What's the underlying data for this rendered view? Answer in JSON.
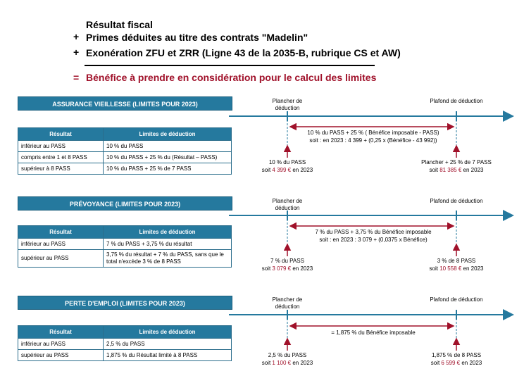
{
  "top": {
    "line1": "Résultat fiscal",
    "line2_op": "+",
    "line2": "Primes déduites au titre des contrats \"Madelin\"",
    "line3_op": "+",
    "line3": "Exonération ZFU et ZRR (Ligne 43 de la 2035-B, rubrique CS et AW)",
    "result_op": "=",
    "result": "Bénéfice à prendre en considération pour le calcul des limites"
  },
  "colors": {
    "band": "#25799e",
    "accent_red": "#a0112a",
    "arrow": "#25799e"
  },
  "sections": [
    {
      "title": "ASSURANCE VIEILLESSE (LIMITES POUR 2023)",
      "col1": "Résultat",
      "col2": "Limites de déduction",
      "rows": [
        {
          "res": "inférieur au PASS",
          "lim": "10 % du PASS"
        },
        {
          "res": "compris entre 1 et 8 PASS",
          "lim": "10 % du PASS + 25 % du (Résultat – PASS)"
        },
        {
          "res": "supérieur à 8 PASS",
          "lim": "10 % du PASS + 25 % de 7 PASS"
        }
      ],
      "plancher": "Plancher de déduction",
      "plafond": "Plafond de déduction",
      "formula1": "10 % du PASS + 25 % ( Bénéfice imposable - PASS)",
      "formula2": "soit : en 2023 : 4 399 + (0,25 x (Bénéfice - 43 992))",
      "left_a": "10 % du PASS",
      "left_pre": "soit ",
      "left_val": "4 399 €",
      "left_post": " en 2023",
      "right_a": "Plancher + 25 % de 7 PASS",
      "right_pre": "soit ",
      "right_val": "81 385 €",
      "right_post": " en 2023"
    },
    {
      "title": "PRÉVOYANCE (LIMITES POUR 2023)",
      "col1": "Résultat",
      "col2": "Limites de déduction",
      "rows": [
        {
          "res": "inférieur au PASS",
          "lim": "7 % du PASS + 3,75 % du résultat"
        },
        {
          "res": "supérieur au PASS",
          "lim": "3,75 % du résultat + 7 % du PASS, sans que le total n'excède 3 % de 8 PASS"
        }
      ],
      "plancher": "Plancher de déduction",
      "plafond": "Plafond de déduction",
      "formula1": "7 % du PASS + 3,75 % du Bénéfice imposable",
      "formula2": "soit : en 2023 : 3 079 + (0,0375 x Bénéfice)",
      "left_a": "7 % du PASS",
      "left_pre": "soit ",
      "left_val": "3 079 €",
      "left_post": " en 2023",
      "right_a": "3 % de 8 PASS",
      "right_pre": "soit ",
      "right_val": "10 558 €",
      "right_post": " en 2023"
    },
    {
      "title": "PERTE D'EMPLOI (LIMITES POUR 2023)",
      "col1": "Résultat",
      "col2": "Limites de déduction",
      "rows": [
        {
          "res": "inférieur au PASS",
          "lim": "2,5 % du PASS"
        },
        {
          "res": "supérieur au PASS",
          "lim": "1,875 % du Résultat limité à 8 PASS"
        }
      ],
      "plancher": "Plancher de déduction",
      "plafond": "Plafond de déduction",
      "formula1": "= 1,875 % du Bénéfice imposable",
      "formula2": "",
      "left_a": "2,5 % du PASS",
      "left_pre": "soit ",
      "left_val": "1 100 €",
      "left_post": " en 2023",
      "right_a": "1,875 % de 8 PASS",
      "right_pre": "soit ",
      "right_val": "6 599 €",
      "right_post": " en 2023"
    }
  ]
}
